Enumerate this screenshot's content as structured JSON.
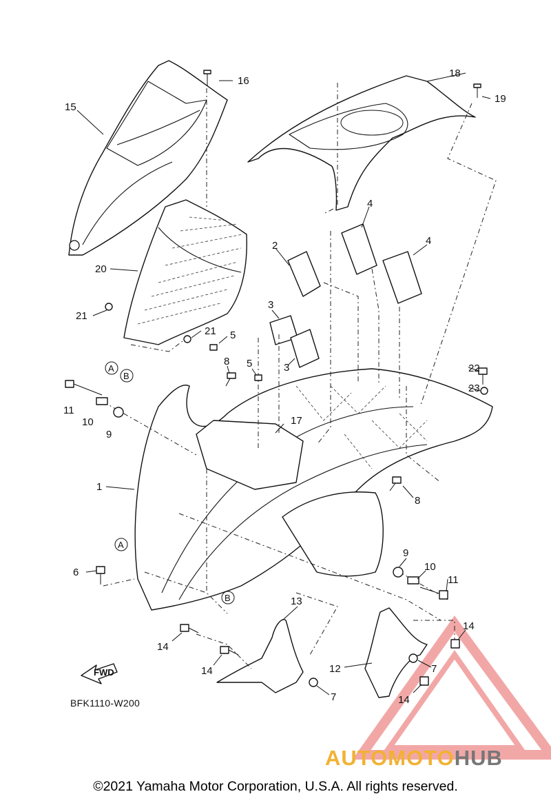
{
  "diagram": {
    "code": "BFK1110-W200",
    "fwd_label": "FWD",
    "reference_letters": [
      "A",
      "B"
    ],
    "callouts": [
      "1",
      "2",
      "3",
      "4",
      "5",
      "6",
      "7",
      "8",
      "9",
      "10",
      "11",
      "12",
      "13",
      "14",
      "15",
      "16",
      "17",
      "18",
      "19",
      "20",
      "21",
      "22",
      "23"
    ]
  },
  "footer": {
    "copyright": "©2021 Yamaha Motor Corporation, U.S.A. All rights reserved."
  },
  "watermark": {
    "text_part1": "AUTOMOTO",
    "text_part2": "HUB",
    "color_primary": "#f2b134",
    "color_secondary": "#777777",
    "logo_color": "#e86060"
  }
}
